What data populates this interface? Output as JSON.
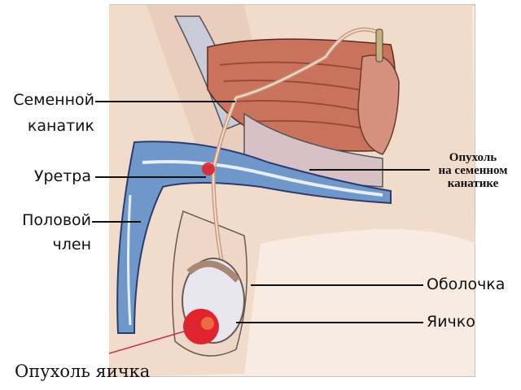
{
  "diagram": {
    "subject": "male reproductive anatomy — tumor locations",
    "labels": {
      "spermatic_cord": [
        "Семенной",
        "канатик"
      ],
      "urethra": "Уретра",
      "penis": [
        "Половой",
        "член"
      ],
      "spermatic_cord_tumor": [
        "Опухоль",
        "на семенном",
        "канатике"
      ],
      "tunica": "Оболочка",
      "testicle": "Яичко",
      "testicular_tumor": "Опухоль яичка"
    },
    "colors": {
      "background": "#ffffff",
      "skin": "#efd6c4",
      "bladder": "#c9735c",
      "penis_tissue": "#6f97c9",
      "tumor": "#e0242f",
      "testicle": "#e8e6ef",
      "pointer_line": "#111111",
      "tumor_pointer_line": "#c0304a"
    }
  }
}
